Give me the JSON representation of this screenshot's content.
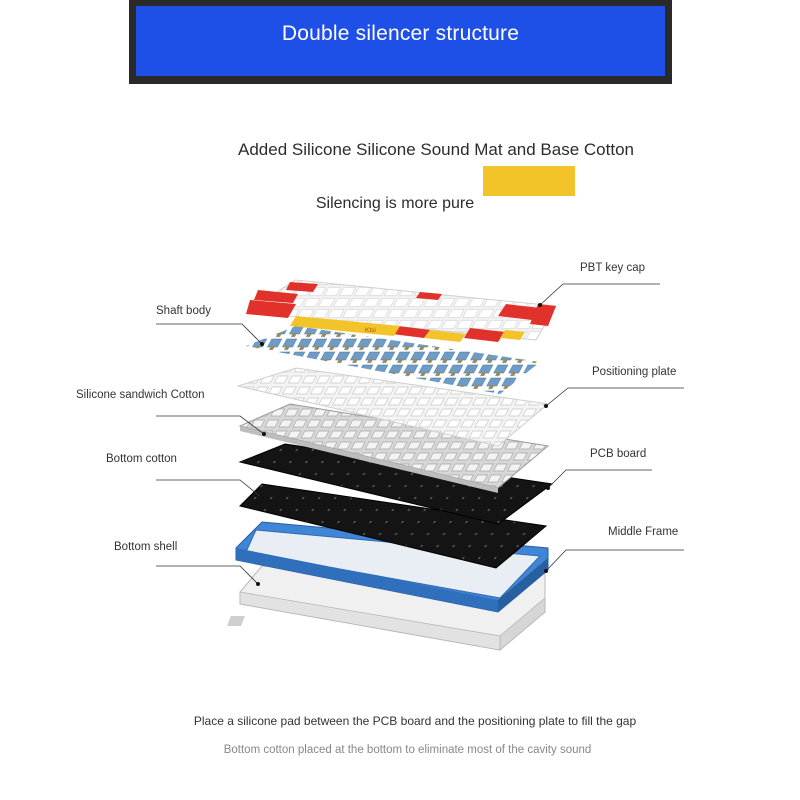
{
  "banner": {
    "title": "Double silencer structure"
  },
  "intro": {
    "line1": "Added Silicone Silicone Sound Mat and Base Cotton",
    "line2": "Silencing is more pure"
  },
  "keycap_logo": "Ktsi",
  "callouts": {
    "pbt_key_cap": "PBT key cap",
    "shaft_body": "Shaft body",
    "positioning_plate": "Positioning plate",
    "silicone_sandwich_cotton": "Silicone sandwich Cotton",
    "pcb_board": "PCB board",
    "bottom_cotton": "Bottom cotton",
    "middle_frame": "Middle Frame",
    "bottom_shell": "Bottom shell"
  },
  "captions": {
    "line1": "Place a silicone pad between the PCB board and the positioning plate to fill the gap",
    "line2": "Bottom cotton placed at the bottom to eliminate most of the cavity sound"
  },
  "colors": {
    "banner_blue": "#1e4fe6",
    "accent_yellow": "#f2c42a",
    "keycap_red": "#e0312b",
    "frame_blue": "#3f86d6",
    "switch_blue": "#6e9cc6"
  }
}
